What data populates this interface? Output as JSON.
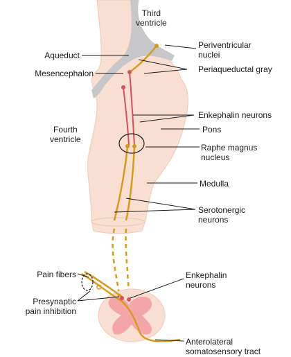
{
  "colors": {
    "tissue": "#f8dfd2",
    "tissue_edge": "#f1c8b6",
    "ventricle": "#c7c7c9",
    "serotonergic": "#d99a1c",
    "enkephalin": "#d8505a",
    "gray_matter": "#f2a6a7",
    "leader": "#1a1a1a"
  },
  "labels": {
    "third_ventricle_l1": "Third",
    "third_ventricle_l2": "ventricle",
    "periventricular_l1": "Periventricular",
    "periventricular_l2": "nuclei",
    "aqueduct": "Aqueduct",
    "periaqueductal_gray": "Periaqueductal gray",
    "mesencephalon": "Mesencephalon",
    "enkephalin_neurons_upper": "Enkephalin neurons",
    "fourth_ventricle_l1": "Fourth",
    "fourth_ventricle_l2": "ventricle",
    "pons": "Pons",
    "raphe_l1": "Raphe magnus",
    "raphe_l2": "nucleus",
    "medulla": "Medulla",
    "serotonergic_l1": "Serotonergic",
    "serotonergic_l2": "neurons",
    "pain_fibers": "Pain fibers",
    "enkephalin_lower_l1": "Enkephalin",
    "enkephalin_lower_l2": "neurons",
    "presynaptic_l1": "Presynaptic",
    "presynaptic_l2": "pain inhibition",
    "anterolateral_l1": "Anterolateral",
    "anterolateral_l2": "somatosensory tract"
  }
}
